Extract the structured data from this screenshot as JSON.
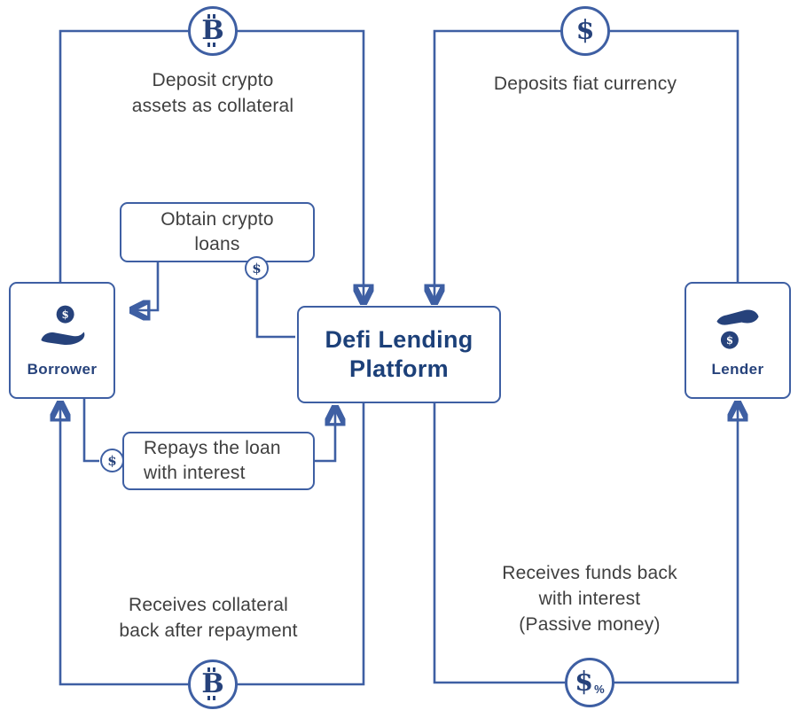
{
  "diagram": {
    "platform": {
      "title": "Defi Lending\nPlatform"
    },
    "borrower": {
      "label": "Borrower"
    },
    "lender": {
      "label": "Lender"
    },
    "flows": {
      "deposit_collateral": "Deposit crypto\nassets as collateral",
      "deposit_fiat": "Deposits fiat currency",
      "obtain_loans": "Obtain crypto\nloans",
      "repay_loan": "Repays the loan\nwith interest",
      "receive_collateral": "Receives collateral\nback after repayment",
      "receive_funds": "Receives funds back\nwith interest\n(Passive money)"
    },
    "icons": {
      "bitcoin": "B",
      "dollar": "$",
      "percent": "%"
    },
    "colors": {
      "line": "#3e5fa3",
      "navy": "#26427b",
      "title": "#1c4079",
      "text": "#3f3f3f"
    }
  }
}
